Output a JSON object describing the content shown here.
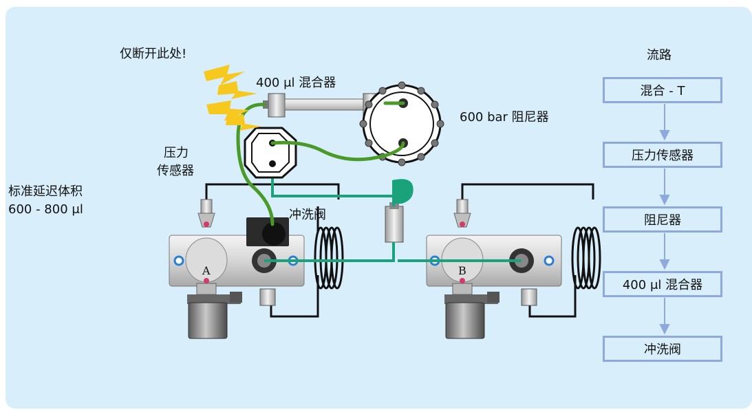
{
  "labels": {
    "break_here": "仅断开此处!",
    "mixer_label": "400 μl 混合器",
    "damper_label": "600 bar 阻尼器",
    "pressure_sensor_line1": "压力",
    "pressure_sensor_line2": "传感器",
    "delay_volume_line1": "标准延迟体积",
    "delay_volume_line2": "600 - 800 μl",
    "purge_valve": "冲洗阀",
    "pump_a": "A",
    "pump_b": "B"
  },
  "flow": {
    "title": "流路",
    "steps": [
      {
        "label": "混合 - T"
      },
      {
        "label": "压力传感器"
      },
      {
        "label": "阻尼器"
      },
      {
        "label": "400 μl 混合器"
      },
      {
        "label": "冲洗阀"
      }
    ]
  },
  "colors": {
    "panel_bg": "#d8eefa",
    "box_border": "#8ea9dc",
    "arrow": "#8ea9dc",
    "teal_tube": "#1aa37a",
    "green_tube": "#4a9a2a",
    "lightning": "#f7c81e"
  }
}
